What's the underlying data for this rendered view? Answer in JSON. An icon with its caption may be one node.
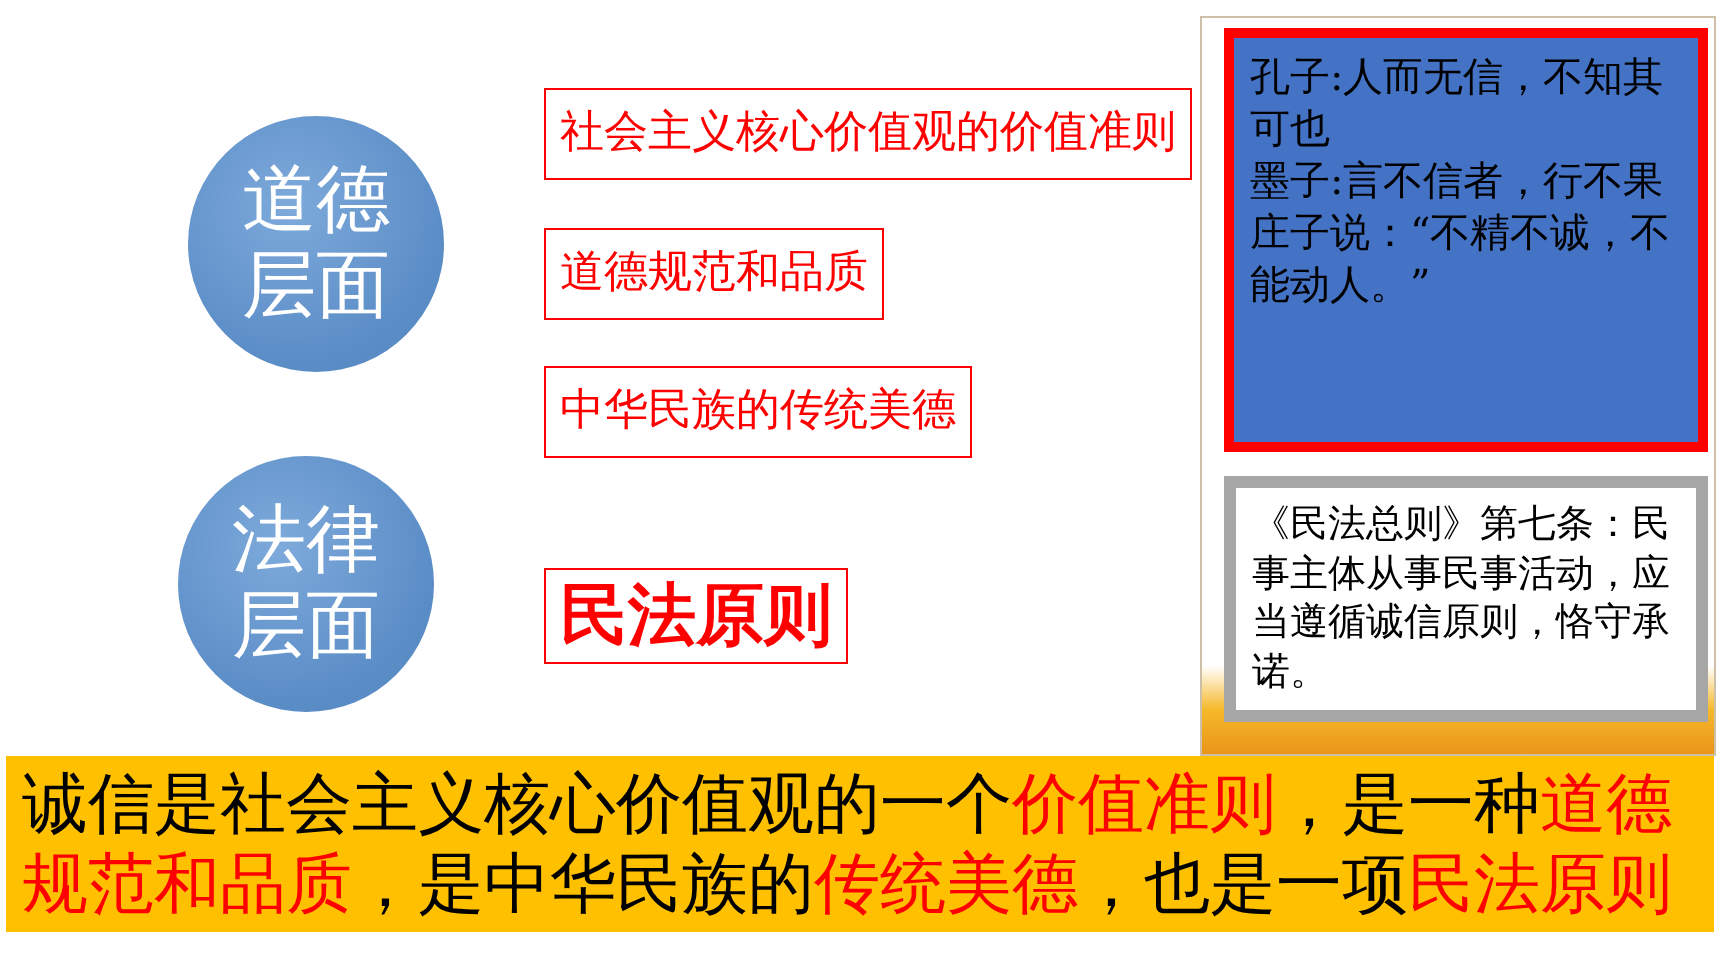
{
  "diagram": {
    "nodes": [
      {
        "text": [
          "道德层面"
        ]
      },
      {
        "text": [
          "社会主义核心价值观的价值准则"
        ]
      },
      {
        "text": [
          "道德规范和品质"
        ]
      },
      {
        "text": [
          "中华民族的传统美德"
        ]
      },
      {
        "text": [
          "法律层面"
        ]
      },
      {
        "text": [
          "民法原则"
        ]
      },
      {
        "text": [
          "孔子:人而无信，不知其可也",
          "墨子:言不信者，行不果",
          "庄子说：“不精不诚，不能动人。”"
        ]
      },
      {
        "text": [
          "《民法总则》第七条：民事主体从事民事活动，应当遵循诚信原则，恪守承诺。"
        ]
      },
      {
        "text": [
          "诚信是社会主义核心价值观的一个**价值准则**，是一种**道德规范和品质**，是中华民族的**传统美德**，也是一项**民法原则**"
        ]
      }
    ]
  }
}
